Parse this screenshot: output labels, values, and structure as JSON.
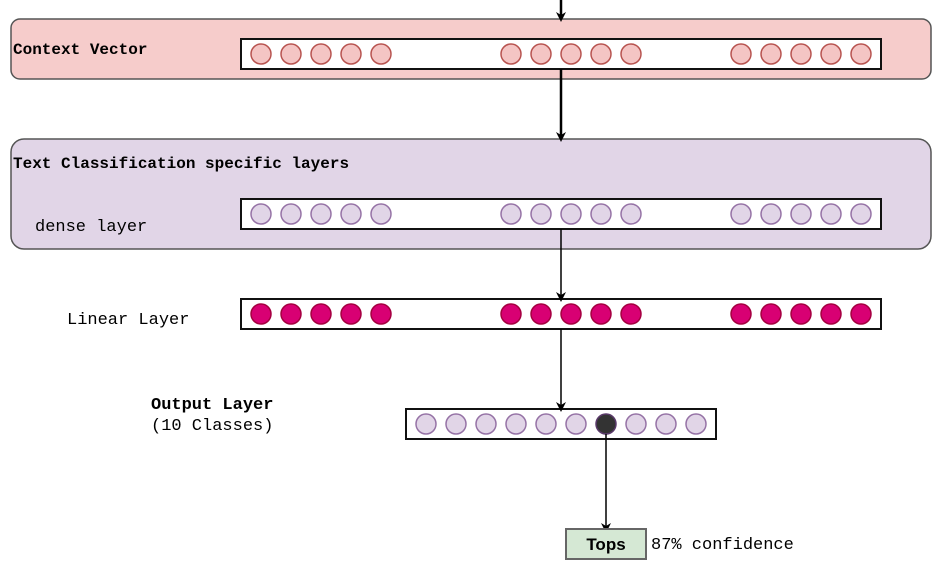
{
  "title": "Text classification network diagram",
  "colors": {
    "context_panel_fill": "#f6cccb",
    "context_panel_stroke": "#555555",
    "context_node_fill": "#f4c5c4",
    "context_node_stroke": "#b85450",
    "classification_panel_fill": "#e1d5e7",
    "classification_panel_stroke": "#555555",
    "dense_node_fill": "#e1d5e7",
    "dense_node_stroke": "#9673a6",
    "linear_node_fill": "#d80073",
    "linear_node_stroke": "#a50040",
    "output_node_fill": "#e1d5e7",
    "output_node_stroke": "#9673a6",
    "output_selected_fill": "#333333",
    "result_fill": "#d5e8d4",
    "result_stroke": "#666666",
    "arrow": "#000000"
  },
  "context_panel": {
    "label": "Context Vector",
    "node_groups": [
      5,
      5,
      5
    ]
  },
  "classification_panel": {
    "label": "Text Classification specific layers",
    "dense_layer": {
      "label": "dense layer",
      "node_groups": [
        5,
        5,
        5
      ]
    }
  },
  "linear_layer": {
    "label": "Linear Layer",
    "node_groups": [
      5,
      5,
      5
    ]
  },
  "output_layer": {
    "label": "Output Layer",
    "sublabel": "(10 Classes)",
    "num_classes": 10,
    "selected_index": 6
  },
  "result": {
    "label": "Tops",
    "confidence_text": "87% confidence"
  }
}
